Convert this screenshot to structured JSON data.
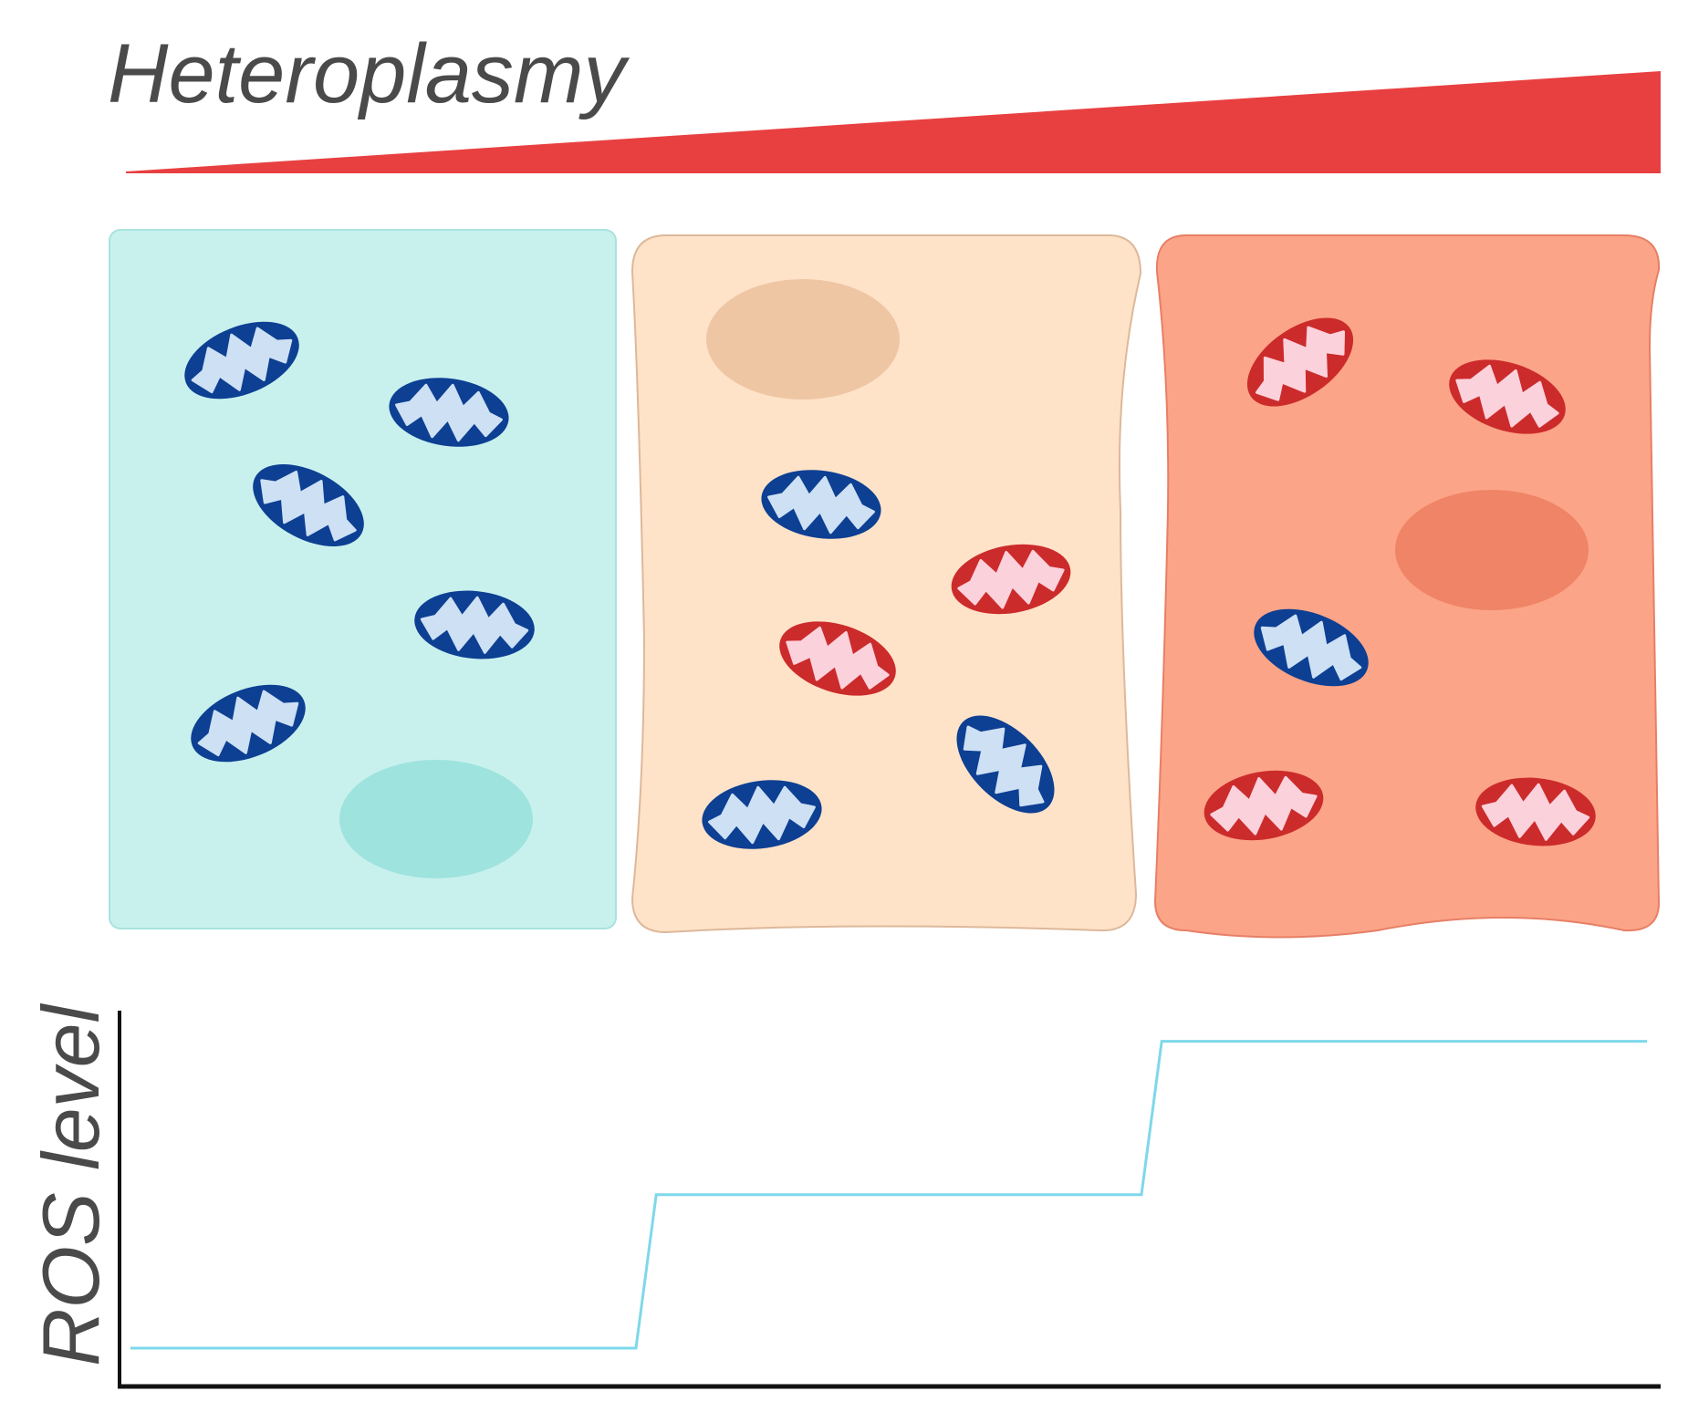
{
  "title": "Heteroplasmy",
  "y_axis_label": "ROS level",
  "colors": {
    "gradient_wedge": "#e84040",
    "cell_low": "#c8f1ee",
    "cell_low_border": "#a8e3df",
    "cell_mid": "#ffe3c8",
    "cell_mid_border": "#ddb89a",
    "cell_high": "#fca487",
    "cell_high_border": "#e77f66",
    "nucleus_low": "#9ee3dd",
    "nucleus_mid": "#efc6a4",
    "nucleus_high": "#ef8466",
    "mito_healthy_outline": "#0d3f93",
    "mito_healthy_fill": "#cde0f4",
    "mito_mutant_outline": "#cc2b2b",
    "mito_mutant_fill": "#fbd1dc",
    "ros_line": "#7ed8ea",
    "axis": "#111111"
  },
  "cells": [
    {
      "name": "low-heteroplasmy-cell",
      "mitochondria": [
        "healthy",
        "healthy",
        "healthy",
        "healthy",
        "healthy"
      ]
    },
    {
      "name": "mid-heteroplasmy-cell",
      "mitochondria": [
        "healthy",
        "mutant",
        "mutant",
        "healthy",
        "healthy"
      ]
    },
    {
      "name": "high-heteroplasmy-cell",
      "mitochondria": [
        "mutant",
        "mutant",
        "healthy",
        "mutant",
        "mutant"
      ]
    }
  ],
  "chart_data": {
    "type": "line",
    "xlabel": "",
    "ylabel": "ROS level",
    "title": "",
    "series": [
      {
        "x": [
          0,
          1,
          1.04,
          2,
          2.04,
          3
        ],
        "values": [
          1,
          1,
          2,
          2,
          3,
          3
        ]
      }
    ],
    "ylim": [
      0.75,
      3.2
    ],
    "grid": false
  }
}
